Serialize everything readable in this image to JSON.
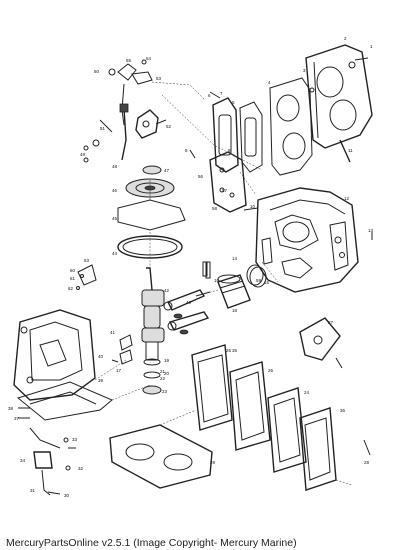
{
  "caption": "MercuryPartsOnline v2.5.1 (Image Copyright- Mercury Marine)",
  "callouts": [
    {
      "id": "c1",
      "text": "1"
    },
    {
      "id": "c2",
      "text": "2"
    },
    {
      "id": "c3",
      "text": "3"
    },
    {
      "id": "c4",
      "text": "4"
    },
    {
      "id": "c5",
      "text": "5"
    },
    {
      "id": "c6",
      "text": "6"
    },
    {
      "id": "c7",
      "text": "7"
    },
    {
      "id": "c8",
      "text": "8"
    },
    {
      "id": "c9",
      "text": "9"
    },
    {
      "id": "c10",
      "text": "10"
    },
    {
      "id": "c11",
      "text": "11"
    },
    {
      "id": "c12",
      "text": "12"
    },
    {
      "id": "c13",
      "text": "13"
    },
    {
      "id": "c14",
      "text": "14"
    },
    {
      "id": "c15",
      "text": "15"
    },
    {
      "id": "c16",
      "text": "16"
    },
    {
      "id": "c17",
      "text": "17"
    },
    {
      "id": "c18",
      "text": "18"
    },
    {
      "id": "c19",
      "text": "19"
    },
    {
      "id": "c20",
      "text": "20"
    },
    {
      "id": "c21",
      "text": "21"
    },
    {
      "id": "c22",
      "text": "22"
    },
    {
      "id": "c23",
      "text": "23"
    },
    {
      "id": "c24",
      "text": "24"
    },
    {
      "id": "c25",
      "text": "25"
    },
    {
      "id": "c26",
      "text": "26"
    },
    {
      "id": "c27",
      "text": "27"
    },
    {
      "id": "c28",
      "text": "28"
    },
    {
      "id": "c29",
      "text": "29"
    },
    {
      "id": "c30",
      "text": "30"
    },
    {
      "id": "c31",
      "text": "31"
    },
    {
      "id": "c32",
      "text": "32"
    },
    {
      "id": "c33",
      "text": "33"
    },
    {
      "id": "c34",
      "text": "34"
    },
    {
      "id": "c35",
      "text": "35"
    },
    {
      "id": "c36",
      "text": "36"
    },
    {
      "id": "c37",
      "text": "37"
    },
    {
      "id": "c38",
      "text": "38"
    },
    {
      "id": "c39",
      "text": "39"
    },
    {
      "id": "c40",
      "text": "40"
    },
    {
      "id": "c41",
      "text": "41"
    },
    {
      "id": "c42",
      "text": "42"
    },
    {
      "id": "c43",
      "text": "43"
    },
    {
      "id": "c44",
      "text": "44"
    },
    {
      "id": "c45",
      "text": "45"
    },
    {
      "id": "c46",
      "text": "46"
    },
    {
      "id": "c47",
      "text": "47"
    },
    {
      "id": "c48",
      "text": "48"
    },
    {
      "id": "c49",
      "text": "49"
    },
    {
      "id": "c50",
      "text": "50"
    },
    {
      "id": "c51",
      "text": "51"
    },
    {
      "id": "c52",
      "text": "52"
    },
    {
      "id": "c53",
      "text": "53"
    },
    {
      "id": "c54",
      "text": "54"
    },
    {
      "id": "c55",
      "text": "55"
    },
    {
      "id": "c56",
      "text": "56"
    },
    {
      "id": "c57",
      "text": "57"
    },
    {
      "id": "c58",
      "text": "58"
    },
    {
      "id": "c59",
      "text": "59"
    },
    {
      "id": "c60",
      "text": "60"
    },
    {
      "id": "c61",
      "text": "61"
    },
    {
      "id": "c62",
      "text": "62"
    },
    {
      "id": "c63",
      "text": "63"
    }
  ]
}
